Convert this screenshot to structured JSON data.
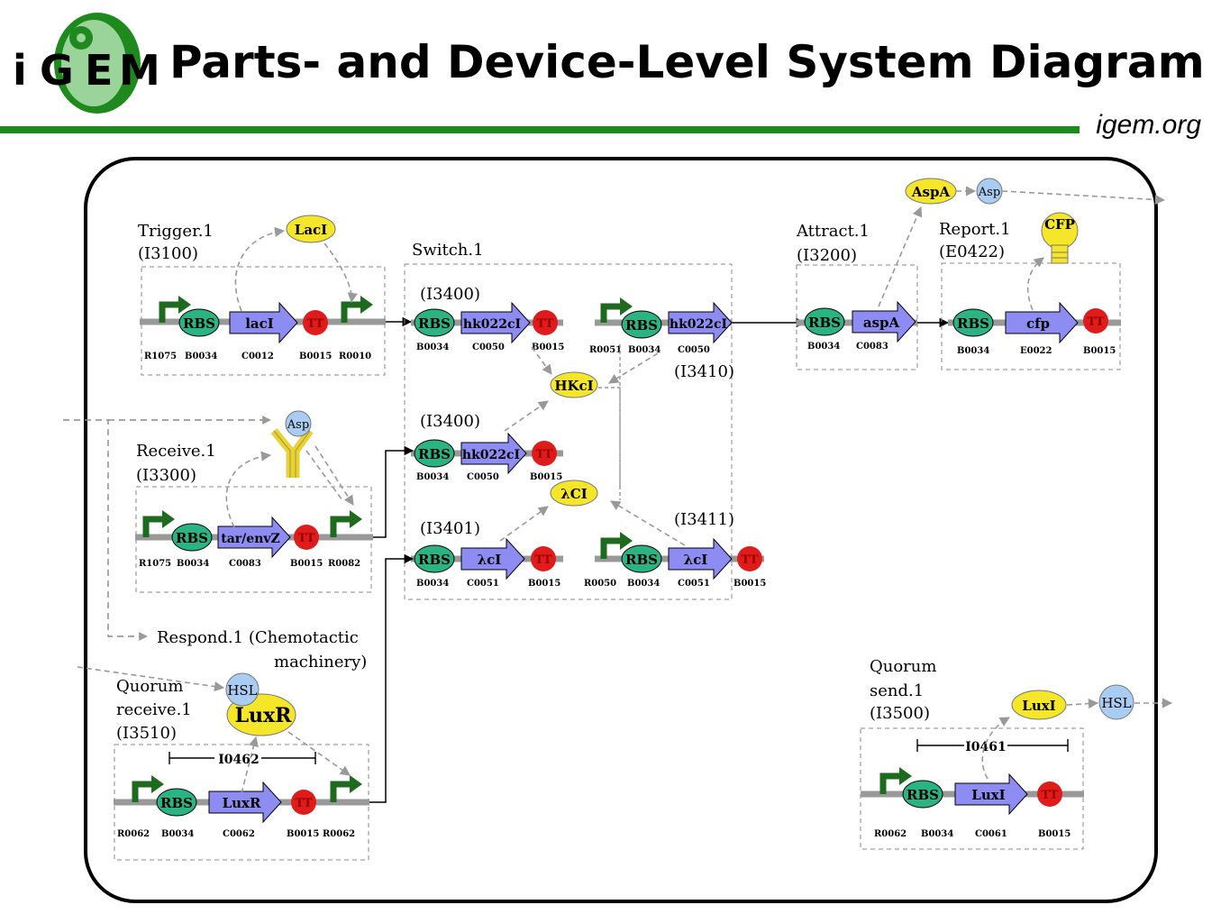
{
  "header": {
    "logo_text": "iGEM",
    "title": "Parts- and Device-Level System Diagram",
    "url": "igem.org"
  },
  "colors": {
    "brand_green": "#1e8a1e",
    "rbs": "#2bb383",
    "cds": "#8c8cf2",
    "terminator": "#e01b1b",
    "promoter": "#1e6a1e",
    "protein": "#f5e62a",
    "molecule": "#a9cdf2"
  },
  "devices": {
    "trigger": {
      "name": "Trigger.1",
      "id": "(I3100)",
      "protein": "LacI",
      "parts": {
        "rbs": "RBS",
        "cds": "lacI",
        "tt": "TT"
      },
      "codes": [
        "R1075",
        "B0034",
        "C0012",
        "B0015",
        "R0010"
      ]
    },
    "receive": {
      "name": "Receive.1",
      "id": "(I3300)",
      "receptor_ligand": "Asp",
      "parts": {
        "rbs": "RBS",
        "cds": "tar/envZ",
        "tt": "TT"
      },
      "codes": [
        "R1075",
        "B0034",
        "C0083",
        "B0015",
        "R0082"
      ]
    },
    "respond": {
      "line1": "Respond.1 (Chemotactic",
      "line2": "machinery)"
    },
    "quorum_receive": {
      "line1": "Quorum",
      "line2": "receive.1",
      "id": "(I3510)",
      "molecule": "HSL",
      "protein": "LuxR",
      "sub_id": "I0462",
      "parts": {
        "rbs": "RBS",
        "cds": "LuxR",
        "tt": "TT"
      },
      "codes": [
        "R0062",
        "B0034",
        "C0062",
        "B0015",
        "R0062"
      ]
    },
    "switch": {
      "name": "Switch.1",
      "id_a": "(I3400)",
      "id_b": "(I3410)",
      "id_c": "(I3400)",
      "id_d": "(I3401)",
      "id_e": "(I3411)",
      "protein_hkci": "HKcI",
      "protein_lci": "λCI",
      "rbs": "RBS",
      "tt": "TT",
      "cds_hk": "hk022cI",
      "cds_l": "λcI",
      "codes_a": [
        "B0034",
        "C0050",
        "B0015"
      ],
      "codes_b": [
        "R0051",
        "B0034",
        "C0050"
      ],
      "codes_c": [
        "B0034",
        "C0050",
        "B0015"
      ],
      "codes_d": [
        "B0034",
        "C0051",
        "B0015"
      ],
      "codes_e": [
        "R0050",
        "B0034",
        "C0051",
        "B0015"
      ]
    },
    "attract": {
      "name": "Attract.1",
      "id": "(I3200)",
      "protein": "AspA",
      "molecule": "Asp",
      "parts": {
        "rbs": "RBS",
        "cds": "aspA"
      },
      "codes": [
        "B0034",
        "C0083"
      ]
    },
    "report": {
      "name": "Report.1",
      "id": "(E0422)",
      "protein": "CFP",
      "parts": {
        "rbs": "RBS",
        "cds": "cfp",
        "tt": "TT"
      },
      "codes": [
        "B0034",
        "E0022",
        "B0015"
      ]
    },
    "quorum_send": {
      "line1": "Quorum",
      "line2": "send.1",
      "id": "(I3500)",
      "protein": "LuxI",
      "molecule": "HSL",
      "sub_id": "I0461",
      "parts": {
        "rbs": "RBS",
        "cds": "LuxI",
        "tt": "TT"
      },
      "codes": [
        "R0062",
        "B0034",
        "C0061",
        "B0015"
      ]
    }
  }
}
